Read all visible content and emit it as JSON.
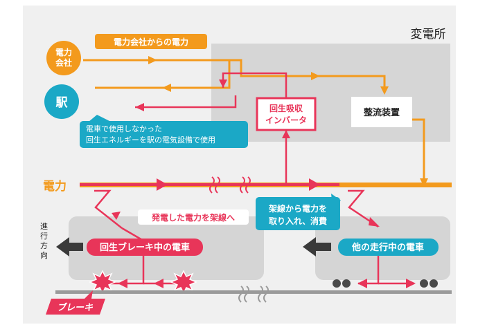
{
  "substation": {
    "title": "変電所",
    "rectifier": "整流装置",
    "inverter": [
      "回生吸収",
      "インバータ"
    ]
  },
  "power_company": {
    "line1": "電力",
    "line2": "会社",
    "supply_label": "電力会社からの電力"
  },
  "station": {
    "label": "駅",
    "note_line1": "電車で使用しなかった",
    "note_line2": "回生エネルギーを駅の電気設備で使用"
  },
  "overhead_line": {
    "label": "電力"
  },
  "generated_note": "発電した電力を架線へ",
  "consume_note": [
    "架線から電力を",
    "取り入れ、消費"
  ],
  "direction_label": "進行方向",
  "left_train": {
    "label": "回生ブレーキ中の電車"
  },
  "right_train": {
    "label": "他の走行中の電車"
  },
  "brake_label": "ブレーキ",
  "colors": {
    "orange": "#f39a1d",
    "red": "#e83559",
    "teal": "#1ba8c6",
    "gray": "#d5d5d5",
    "panel": "#f0f0f0",
    "dark": "#3a3a3a"
  }
}
